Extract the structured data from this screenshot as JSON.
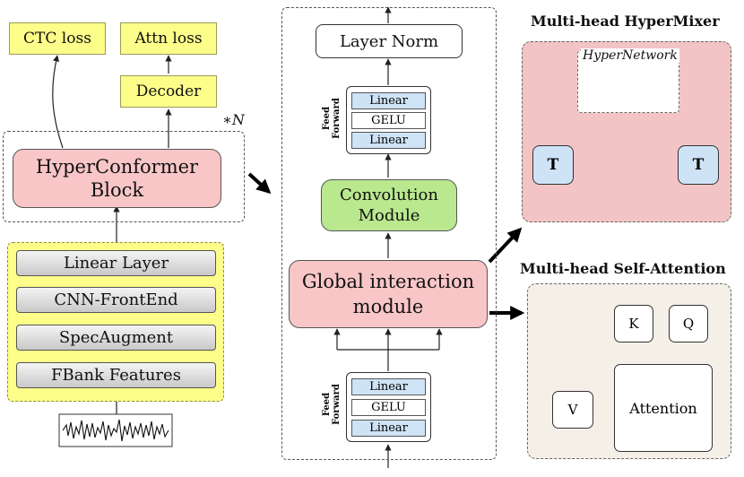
{
  "left": {
    "ctc_loss": "CTC loss",
    "attn_loss": "Attn loss",
    "decoder": "Decoder",
    "repeat_mark": "∗N",
    "hyperconformer_line1": "HyperConformer",
    "hyperconformer_line2": "Block",
    "frontend_layers": [
      "Linear Layer",
      "CNN-FrontEnd",
      "SpecAugment",
      "FBank Features"
    ]
  },
  "middle": {
    "layer_norm": "Layer Norm",
    "feed_forward_line1": "Feed",
    "feed_forward_line2": "Forward",
    "ff_layers": [
      "Linear",
      "GELU",
      "Linear"
    ],
    "conv_line1": "Convolution",
    "conv_line2": "Module",
    "global_line1": "Global interaction",
    "global_line2": "module"
  },
  "hypermixer": {
    "title": "Multi-head HyperMixer",
    "hypernetwork": "HyperNetwork",
    "t_in": "T",
    "t_out": "T"
  },
  "attention": {
    "title": "Multi-head Self-Attention",
    "k": "K",
    "q": "Q",
    "v": "V",
    "attention": "Attention"
  },
  "colors": {
    "yellow": "#fdfd8a",
    "pink": "#f9c6c8",
    "green": "#b9e88e",
    "blue": "#cfe3f7",
    "hypermixer_bg": "#f2c4c6",
    "attention_bg": "#f4efe7"
  }
}
